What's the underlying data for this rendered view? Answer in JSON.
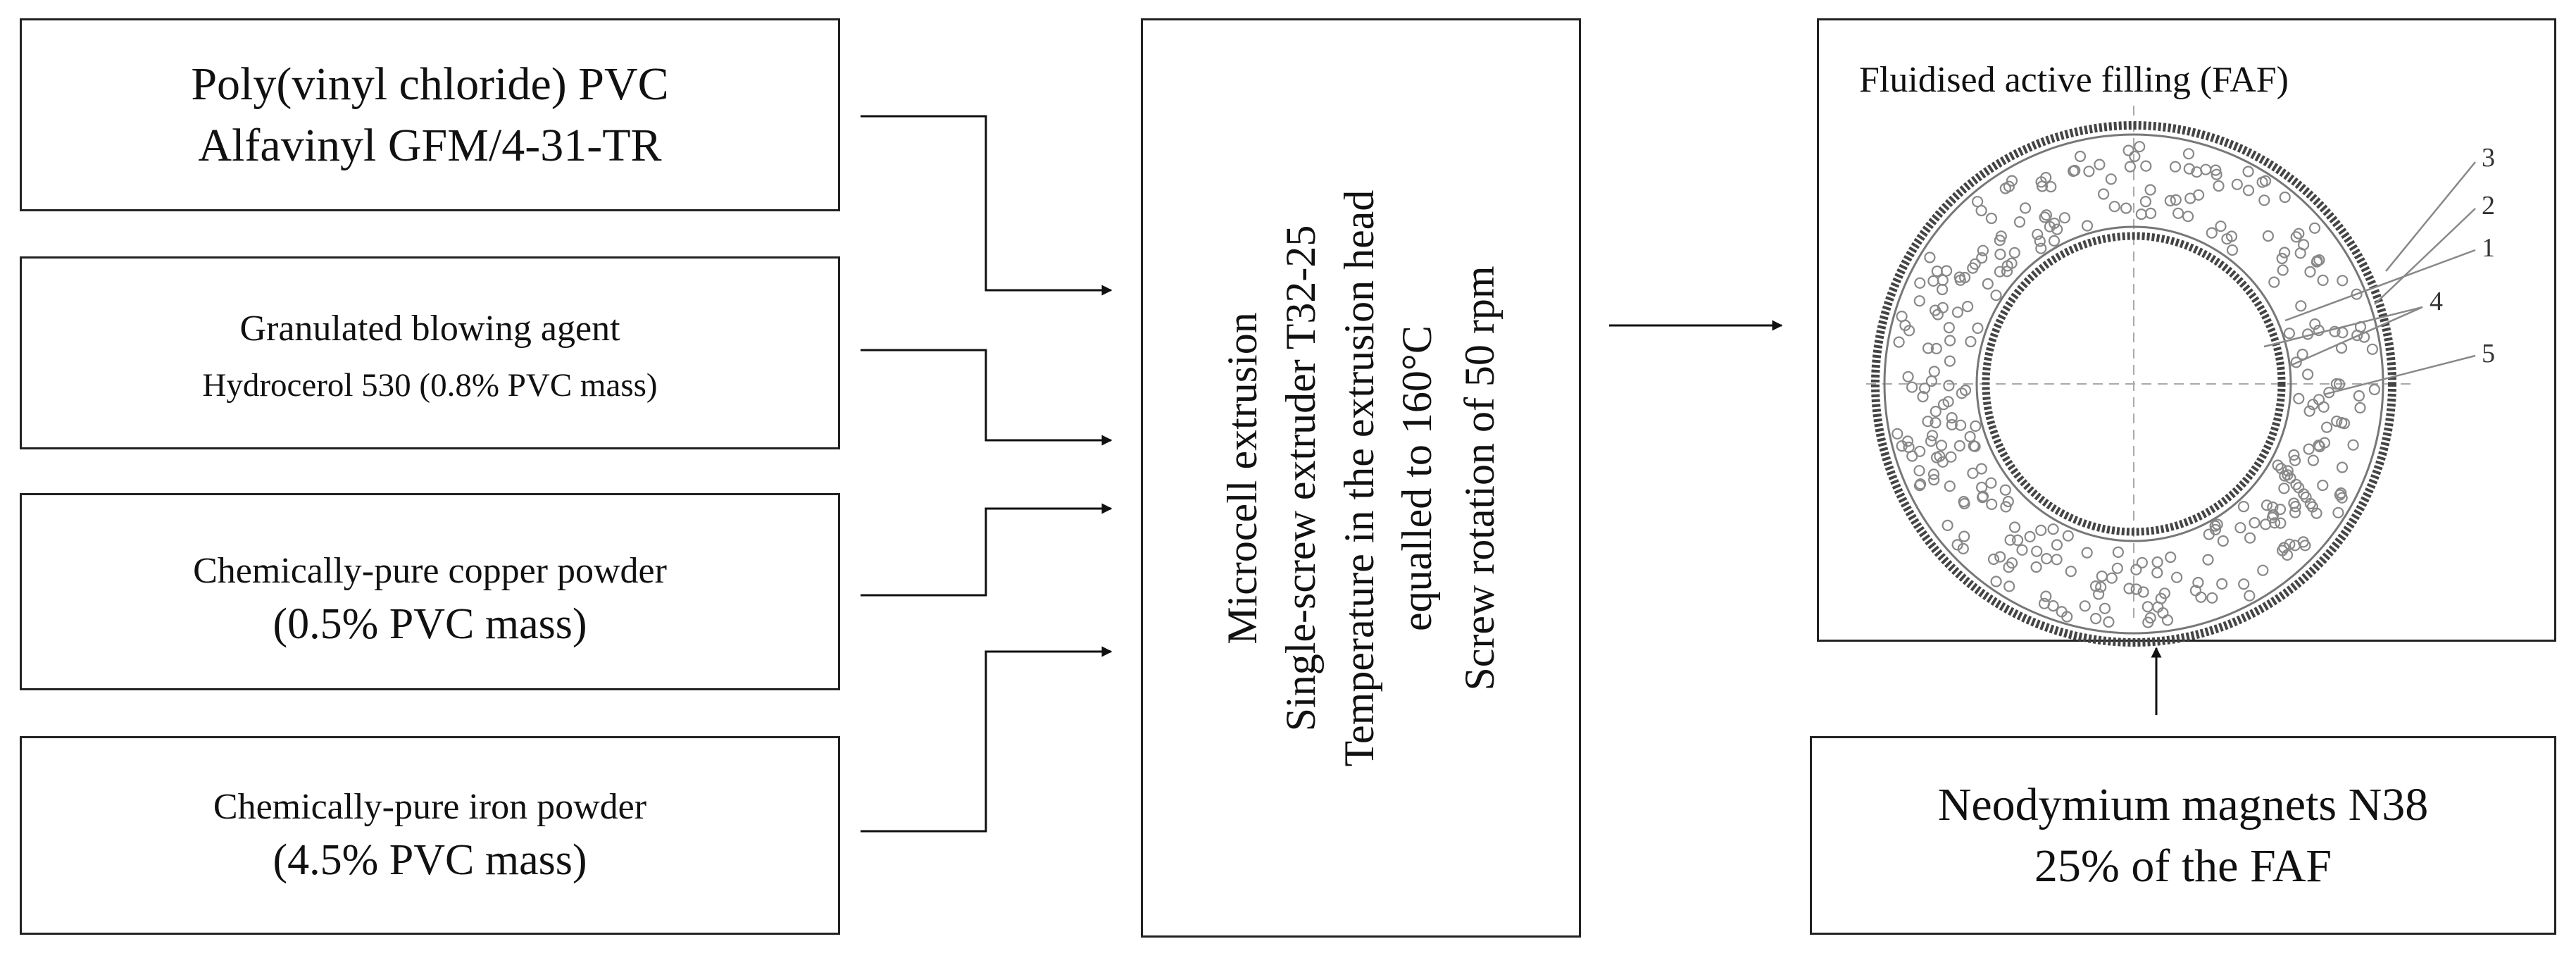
{
  "inputs": [
    {
      "line1": "Poly(vinyl chloride) PVC",
      "line2": "Alfavinyl GFM/4-31-TR"
    },
    {
      "line1": "Granulated blowing agent",
      "line2": "Hydrocerol 530 (0.8% PVC mass)"
    },
    {
      "line1": "Chemically-pure copper powder",
      "line2": "(0.5% PVC mass)"
    },
    {
      "line1": "Chemically-pure iron powder",
      "line2": "(4.5% PVC mass)"
    }
  ],
  "process": {
    "lines": [
      "Microcell extrusion",
      "Single-screw extruder T32-25",
      "Temperature in the extrusion head",
      "equalled to 160°C",
      "Screw rotation of 50 rpm"
    ]
  },
  "faf": {
    "title": "Fluidised active filling (FAF)",
    "callouts": [
      "3",
      "2",
      "1",
      "4",
      "5"
    ]
  },
  "magnets": {
    "line1": "Neodymium magnets N38",
    "line2": "25% of the FAF"
  }
}
